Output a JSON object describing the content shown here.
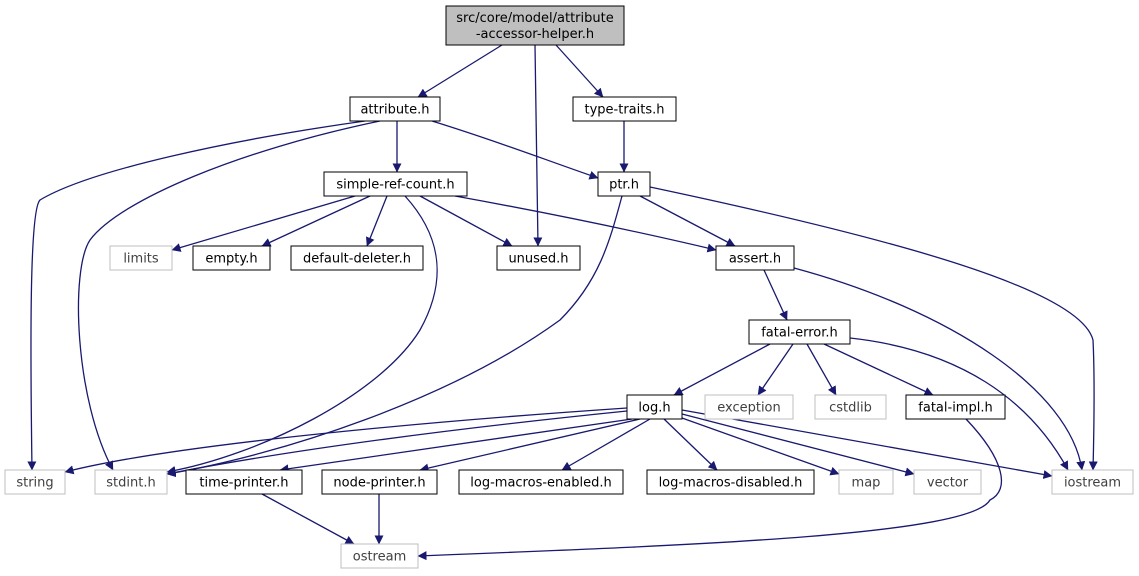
{
  "graph": {
    "colors": {
      "edge": "#191970",
      "root_fill": "#bfbfbf",
      "root_border": "#000000",
      "node_border": "#000000",
      "external_border": "#bfbfbf",
      "external_text": "#404040"
    },
    "nodes": [
      {
        "id": "root",
        "lines": [
          "src/core/model/attribute",
          "-accessor-helper.h"
        ],
        "style": "root"
      },
      {
        "id": "attribute",
        "lines": [
          "attribute.h"
        ],
        "style": "internal"
      },
      {
        "id": "type-traits",
        "lines": [
          "type-traits.h"
        ],
        "style": "internal"
      },
      {
        "id": "simple-ref-count",
        "lines": [
          "simple-ref-count.h"
        ],
        "style": "internal"
      },
      {
        "id": "ptr",
        "lines": [
          "ptr.h"
        ],
        "style": "internal"
      },
      {
        "id": "limits",
        "lines": [
          "limits"
        ],
        "style": "external"
      },
      {
        "id": "empty",
        "lines": [
          "empty.h"
        ],
        "style": "internal"
      },
      {
        "id": "default-deleter",
        "lines": [
          "default-deleter.h"
        ],
        "style": "internal"
      },
      {
        "id": "unused",
        "lines": [
          "unused.h"
        ],
        "style": "internal"
      },
      {
        "id": "assert",
        "lines": [
          "assert.h"
        ],
        "style": "internal"
      },
      {
        "id": "fatal-error",
        "lines": [
          "fatal-error.h"
        ],
        "style": "internal"
      },
      {
        "id": "log",
        "lines": [
          "log.h"
        ],
        "style": "internal"
      },
      {
        "id": "exception",
        "lines": [
          "exception"
        ],
        "style": "external"
      },
      {
        "id": "cstdlib",
        "lines": [
          "cstdlib"
        ],
        "style": "external"
      },
      {
        "id": "fatal-impl",
        "lines": [
          "fatal-impl.h"
        ],
        "style": "internal"
      },
      {
        "id": "string",
        "lines": [
          "string"
        ],
        "style": "external"
      },
      {
        "id": "stdint",
        "lines": [
          "stdint.h"
        ],
        "style": "external"
      },
      {
        "id": "time-printer",
        "lines": [
          "time-printer.h"
        ],
        "style": "internal"
      },
      {
        "id": "node-printer",
        "lines": [
          "node-printer.h"
        ],
        "style": "internal"
      },
      {
        "id": "log-macros-enabled",
        "lines": [
          "log-macros-enabled.h"
        ],
        "style": "internal"
      },
      {
        "id": "log-macros-disabled",
        "lines": [
          "log-macros-disabled.h"
        ],
        "style": "internal"
      },
      {
        "id": "map",
        "lines": [
          "map"
        ],
        "style": "external"
      },
      {
        "id": "vector",
        "lines": [
          "vector"
        ],
        "style": "external"
      },
      {
        "id": "iostream",
        "lines": [
          "iostream"
        ],
        "style": "external"
      },
      {
        "id": "ostream",
        "lines": [
          "ostream"
        ],
        "style": "external"
      }
    ],
    "edges": [
      {
        "from": "root",
        "to": "attribute"
      },
      {
        "from": "root",
        "to": "unused"
      },
      {
        "from": "root",
        "to": "type-traits"
      },
      {
        "from": "attribute",
        "to": "simple-ref-count"
      },
      {
        "from": "attribute",
        "to": "ptr"
      },
      {
        "from": "attribute",
        "to": "string"
      },
      {
        "from": "attribute",
        "to": "stdint"
      },
      {
        "from": "type-traits",
        "to": "ptr"
      },
      {
        "from": "simple-ref-count",
        "to": "limits"
      },
      {
        "from": "simple-ref-count",
        "to": "empty"
      },
      {
        "from": "simple-ref-count",
        "to": "default-deleter"
      },
      {
        "from": "simple-ref-count",
        "to": "unused"
      },
      {
        "from": "simple-ref-count",
        "to": "assert"
      },
      {
        "from": "simple-ref-count",
        "to": "stdint"
      },
      {
        "from": "ptr",
        "to": "assert"
      },
      {
        "from": "ptr",
        "to": "iostream"
      },
      {
        "from": "ptr",
        "to": "stdint"
      },
      {
        "from": "assert",
        "to": "fatal-error"
      },
      {
        "from": "assert",
        "to": "iostream"
      },
      {
        "from": "fatal-error",
        "to": "log"
      },
      {
        "from": "fatal-error",
        "to": "exception"
      },
      {
        "from": "fatal-error",
        "to": "cstdlib"
      },
      {
        "from": "fatal-error",
        "to": "fatal-impl"
      },
      {
        "from": "fatal-error",
        "to": "iostream"
      },
      {
        "from": "log",
        "to": "string"
      },
      {
        "from": "log",
        "to": "stdint"
      },
      {
        "from": "log",
        "to": "time-printer"
      },
      {
        "from": "log",
        "to": "node-printer"
      },
      {
        "from": "log",
        "to": "log-macros-enabled"
      },
      {
        "from": "log",
        "to": "log-macros-disabled"
      },
      {
        "from": "log",
        "to": "map"
      },
      {
        "from": "log",
        "to": "vector"
      },
      {
        "from": "log",
        "to": "iostream"
      },
      {
        "from": "fatal-impl",
        "to": "ostream"
      },
      {
        "from": "time-printer",
        "to": "ostream"
      },
      {
        "from": "node-printer",
        "to": "ostream"
      }
    ]
  }
}
